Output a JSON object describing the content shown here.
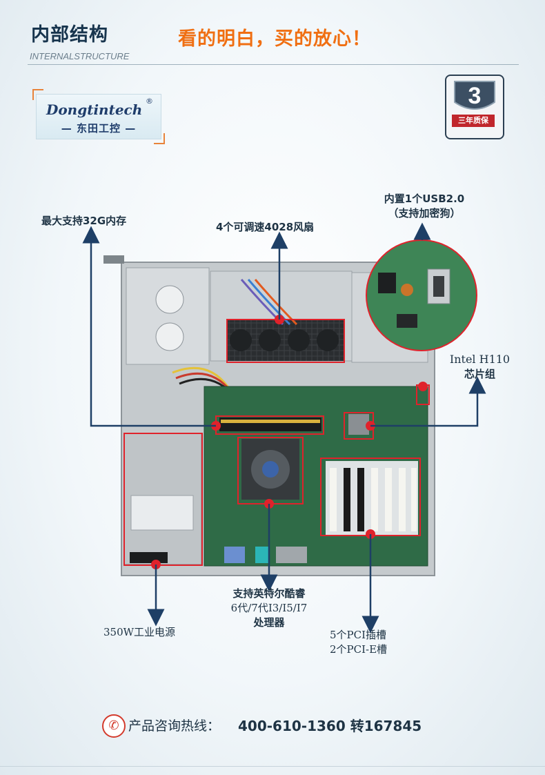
{
  "header": {
    "title": "内部结构",
    "subtitle": "INTERNALSTRUCTURE",
    "slogan": "看的明白，买的放心！"
  },
  "logo": {
    "name": "Dongtintech",
    "registered_mark": "®",
    "chinese_name": "— 东田工控 —"
  },
  "warranty_badge": {
    "number": "3",
    "caption": "三年质保"
  },
  "callouts": {
    "memory": "最大支持32G内存",
    "fans": "4个可调速4028风扇",
    "usb_line1": "内置1个USB2.0",
    "usb_line2": "（支持加密狗）",
    "chipset_line1": "Intel H110",
    "chipset_line2": "芯片组",
    "cpu_line1": "支持英特尔酷睿",
    "cpu_line2": "6代/7代I3/I5/I7",
    "cpu_line3": "处理器",
    "psu": "350W工业电源",
    "pci_line1": "5个PCI插槽",
    "pci_line2": "2个PCI-E槽"
  },
  "contact": {
    "label": "产品咨询热线：",
    "number": "400-610-1360 转167845"
  },
  "colors": {
    "accent_orange": "#f06f12",
    "highlight_red": "#e0222b",
    "arrow_blue": "#1e3f66",
    "board_green": "#2f6b47",
    "chassis_gray": "#c5cacd"
  }
}
